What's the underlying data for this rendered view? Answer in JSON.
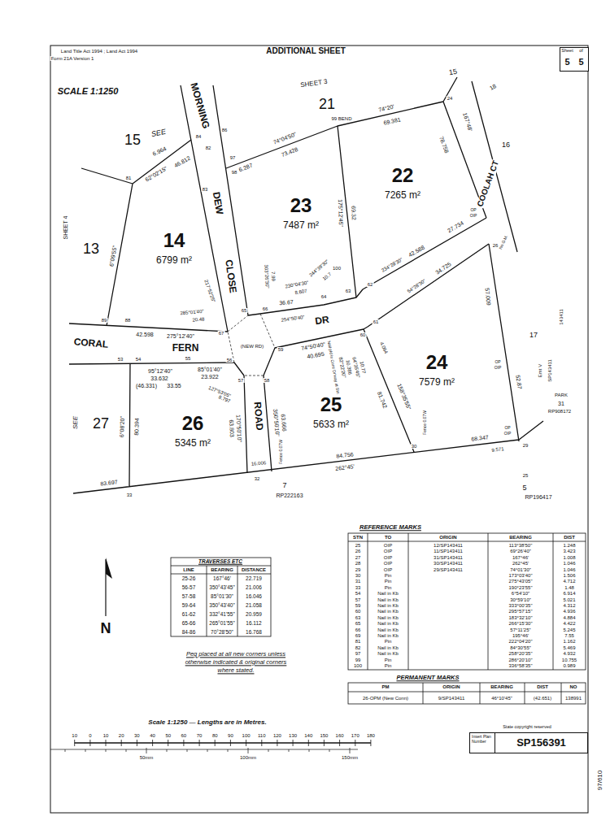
{
  "diagram": {
    "title": "ADDITIONAL SHEET",
    "nodes": [
      {
        "text": [
          "Sheet",
          "of",
          "5",
          "5"
        ]
      },
      {
        "text": [
          "22",
          "7265 m²"
        ]
      },
      {
        "text": [
          "23",
          "7487 m²"
        ]
      },
      {
        "text": [
          "14",
          "6799 m²"
        ]
      },
      {
        "text": [
          "24",
          "7579 m²"
        ]
      },
      {
        "text": [
          "25",
          "5633 m²"
        ]
      },
      {
        "text": [
          "26",
          "5345 m²"
        ]
      },
      {
        "text": [
          "Insert Plan Number",
          "SP156391"
        ]
      }
    ],
    "labels": [
      "Land Title Act 1994 ; Land Act 1994",
      "Form 21A Version 1",
      "SCALE 1:1250",
      "SHEET 3",
      "21",
      "15",
      "18",
      "15",
      "SEE",
      "MORNING",
      "DEW",
      "CLOSE",
      "6.964",
      "62°02'15\"",
      "46.812",
      "84",
      "82",
      "86",
      "97",
      "98",
      "83",
      "81",
      "74°04'50\"",
      "73.428",
      "6.287",
      "99 BEND",
      "74°20'",
      "69.381",
      "24",
      "16",
      "17",
      "13",
      "SHEET 4",
      "27",
      "SEE",
      "7",
      "RP222163",
      "5",
      "RP196417",
      "PARK",
      "31",
      "RP908172",
      "Emt V",
      "SP143411",
      "143411",
      "175°12'45\"",
      "69.32",
      "65",
      "66",
      "67",
      "64",
      "63",
      "62",
      "100",
      "61",
      "60",
      "59",
      "58",
      "57",
      "56",
      "55",
      "54",
      "53",
      "89",
      "88",
      "33",
      "32",
      "30",
      "29",
      "25",
      "26",
      "(NEW RD)",
      "CORAL",
      "FERN",
      "DR",
      "ROAD",
      "COOLAH CT",
      "42.598",
      "275°12'40\"",
      "285°01'40\"",
      "20.48",
      "95°12'40\"",
      "33.632",
      "(46.331)",
      "33.55",
      "85°01'40\"",
      "23.922",
      "127°53'05\"",
      "8.797",
      "63.803",
      "170°50'10\"",
      "350°50'10\"",
      "63.666",
      "16.006",
      "Fence 0.07W",
      "74°50'40\"",
      "40.695",
      "36.67",
      "254°50'40\"",
      "230°04'30\"",
      "8.607",
      "244°39'30\"",
      "10.7",
      "303°26'30\"",
      "7.99",
      "217°52'25\"",
      "Nail pld in Conc Dr'way at Stn",
      "82°22'20\"",
      "10.386",
      "64°35'45\"",
      "10.77",
      "4.064",
      "158°35'55\"",
      "81.742",
      "Fence 0.07W",
      "84.756",
      "262°45'",
      "68.347",
      "9.571",
      "83.697",
      "80.394",
      "6°08'20\"",
      "6°09'55\"",
      "27.734",
      "234°28'30\"",
      "42.588",
      "54°28'30\"",
      "34.725",
      "57.009",
      "52.87",
      "167°48'",
      "78.758",
      "OP",
      "OIP",
      "OP",
      "OIP",
      "OP",
      "OIP",
      "No G.M.",
      "TRAVERSES ETC",
      "LINE",
      "BEARING",
      "DISTANCE",
      "25-26",
      "167°46'",
      "22.719",
      "56-57",
      "350°43'45\"",
      "21.006",
      "57-58",
      "85°01'30\"",
      "16.046",
      "59-64",
      "350°43'40\"",
      "21.058",
      "61-62",
      "332°41'55\"",
      "20.959",
      "65-66",
      "265°01'55\"",
      "16.112",
      "84-86",
      "70°28'50\"",
      "16.768",
      "Peg placed at all new corners unless otherwise indicated & original corners where stated.",
      "REFERENCE MARKS",
      "STN",
      "TO",
      "ORIGIN",
      "BEARING",
      "DIST",
      "25",
      "OIP",
      "12/SP143411",
      "113°38'50\"",
      "1.248",
      "26",
      "OIP",
      "11/SP143411",
      "69°26'40\"",
      "3.423",
      "27",
      "OIP",
      "31/SP143411",
      "167°46'",
      "1.008",
      "28",
      "OIP",
      "30/SP143411",
      "262°45'",
      "1.046",
      "29",
      "OIP",
      "29/SP143411",
      "74°01'30\"",
      "1.046",
      "30",
      "Pin",
      "173°03'40\"",
      "1.506",
      "31",
      "Pin",
      "275°43'05\"",
      "4.712",
      "33",
      "Pin",
      "190°23'55\"",
      "1.48",
      "54",
      "Nail in Kb",
      "6°54'10\"",
      "6.914",
      "57",
      "Nail in Kb",
      "30°59'10\"",
      "5.021",
      "59",
      "Nail in Kb",
      "333°00'35\"",
      "4.312",
      "60",
      "Nail in Kb",
      "295°57'15\"",
      "4.936",
      "63",
      "Nail in Kb",
      "183°32'10\"",
      "4.884",
      "65",
      "Nail in Kb",
      "266°15'30\"",
      "4.422",
      "66",
      "Nail in Kb",
      "57°11'25\"",
      "5.245",
      "69",
      "Nail in Kb",
      "195°46'",
      "7.55",
      "81",
      "Pin",
      "222°04'20\"",
      "1.162",
      "82",
      "Nail in Kb",
      "84°30'55\"",
      "5.469",
      "97",
      "Nail in Kb",
      "258°20'35\"",
      "4.932",
      "99",
      "Pin",
      "286°20'10\"",
      "10.755",
      "100",
      "Pin",
      "336°58'35\"",
      "0.989",
      "PERMANENT MARKS",
      "PM",
      "ORIGIN",
      "BEARING",
      "DIST",
      "NO",
      "26-OPM (New Conn)",
      "9/SP143411",
      "46°10'45\"",
      "(42.651)",
      "138991",
      "Scale 1:1250 — Lengths are in Metres.",
      "10",
      "0",
      "10",
      "20",
      "30",
      "40",
      "50",
      "60",
      "70",
      "80",
      "90",
      "100",
      "110",
      "120",
      "130",
      "140",
      "150",
      "160",
      "170",
      "180",
      "50mm",
      "100mm",
      "150mm",
      "State copyright reserved",
      "97/610",
      "N"
    ]
  }
}
